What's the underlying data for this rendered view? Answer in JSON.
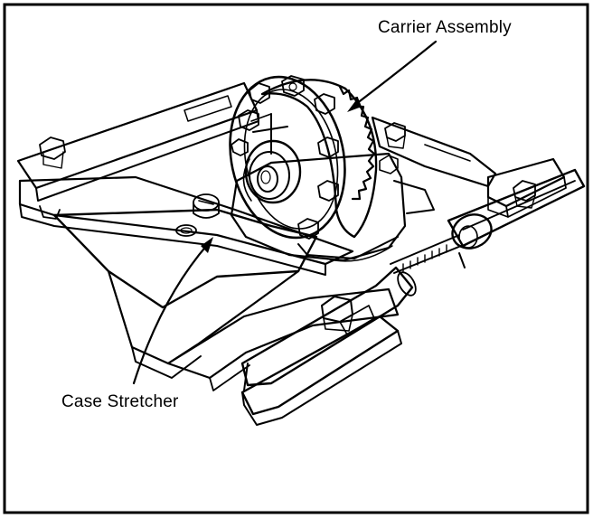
{
  "figure": {
    "kind": "technical-illustration",
    "labels": {
      "carrier_assembly": "Carrier Assembly",
      "case_stretcher": "Case Stretcher"
    },
    "ink_color": "#000000",
    "paper_color": "#ffffff"
  }
}
